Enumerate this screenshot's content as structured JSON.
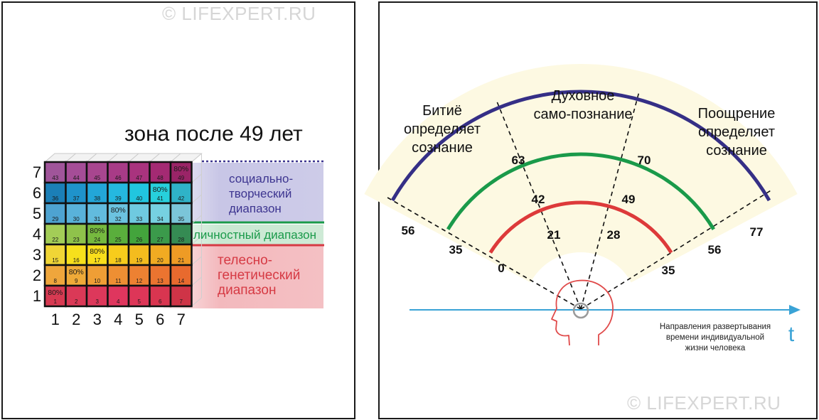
{
  "watermark": "© LIFEXPERT.RU",
  "left": {
    "title": "зона после 49 лет",
    "row_labels": [
      "7",
      "6",
      "5",
      "4",
      "3",
      "2",
      "1"
    ],
    "col_labels": [
      "1",
      "2",
      "3",
      "4",
      "5",
      "6",
      "7"
    ],
    "grid": [
      [
        "43",
        "44",
        "45",
        "46",
        "47",
        "48",
        "80% 49"
      ],
      [
        "36",
        "37",
        "38",
        "39",
        "40",
        "80% 41",
        "42"
      ],
      [
        "29",
        "30",
        "31",
        "80% 32",
        "33",
        "34",
        "35"
      ],
      [
        "22",
        "23",
        "80% 24",
        "25",
        "26",
        "27",
        "28"
      ],
      [
        "15",
        "16",
        "80% 17",
        "18",
        "19",
        "20",
        "21"
      ],
      [
        "8",
        "80% 9",
        "10",
        "11",
        "12",
        "13",
        "14"
      ],
      [
        "80% 1",
        "2",
        "3",
        "4",
        "5",
        "6",
        "7"
      ]
    ],
    "row_colors": [
      [
        "#a0559a",
        "#a54d97",
        "#a8468f",
        "#a83b87",
        "#a9337e",
        "#a42a73",
        "#9a2467"
      ],
      [
        "#1b7fb7",
        "#1f93cb",
        "#23a6d8",
        "#25b8df",
        "#21c6df",
        "#27d0dc",
        "#2fb3c8"
      ],
      [
        "#4ea3d1",
        "#59b2da",
        "#62bbde",
        "#6cc3e0",
        "#6fcae0",
        "#76d1e1",
        "#7bc5d9"
      ],
      [
        "#a3cd57",
        "#8fc24b",
        "#76b93f",
        "#5aae3c",
        "#43a43c",
        "#3b9a4b",
        "#358b53"
      ],
      [
        "#f0d536",
        "#f7e01c",
        "#f9de1b",
        "#f7cc1c",
        "#f4bc1e",
        "#f1ab22",
        "#ee9b25"
      ],
      [
        "#efa63c",
        "#efaa38",
        "#ef9e35",
        "#ee8f33",
        "#ed8132",
        "#eb7430",
        "#e86a2e"
      ],
      [
        "#d73a52",
        "#da3957",
        "#dd385b",
        "#df365e",
        "#dd3658",
        "#d93550",
        "#cf3447"
      ]
    ],
    "ranges": {
      "social": "социально-\nтворческий\nдиапазон",
      "personal": "личностный диапазон",
      "body": "телесно-\nгенетический\nдиапазон"
    },
    "colors": {
      "social": "#3d3590",
      "personal": "#1a9a4a",
      "body": "#d63a44"
    }
  },
  "right": {
    "arc_labels": {
      "left": "Битиё\nопределяет\nсознание",
      "top": "Духовное\nсамо-познание",
      "right": "Поощрение\nопределяет\nсознание"
    },
    "outer_arc": [
      "56",
      "63",
      "70",
      "77"
    ],
    "middle_arc": [
      "35",
      "42",
      "49",
      "56"
    ],
    "inner_arc": [
      "0",
      "21",
      "28",
      "35"
    ],
    "axis_caption": "Направления развертывания\nвремени индивидуальной\nжизни человека",
    "axis_symbol": "t",
    "colors": {
      "outer": "#352f86",
      "middle": "#1a9a4a",
      "inner": "#dd3a3a",
      "axis": "#3aa3d6",
      "head": "#e04a4a",
      "fan": "#fdf9e2"
    }
  }
}
